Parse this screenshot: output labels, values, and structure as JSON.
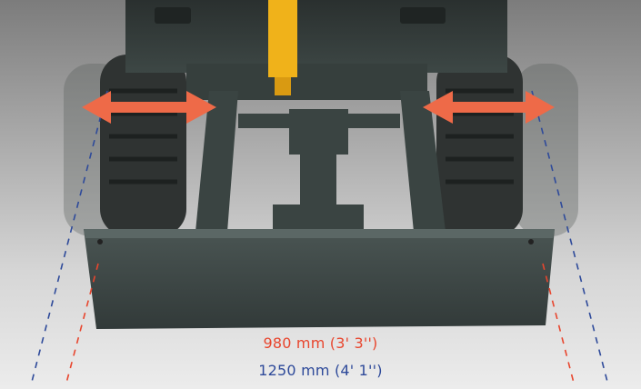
{
  "dimensions": {
    "narrow": {
      "text": "980 mm (3' 3'')",
      "color": "#e8462e"
    },
    "wide": {
      "text": "1250 mm (4' 1'')",
      "color": "#2e4a9a"
    }
  },
  "colors": {
    "arrow": "#ee6a48",
    "cylinder": "#f0b21a",
    "machine": "#3a4442",
    "track": "#2f3332"
  },
  "icons": {
    "left_arrow": "double-headed-arrow",
    "right_arrow": "double-headed-arrow"
  }
}
